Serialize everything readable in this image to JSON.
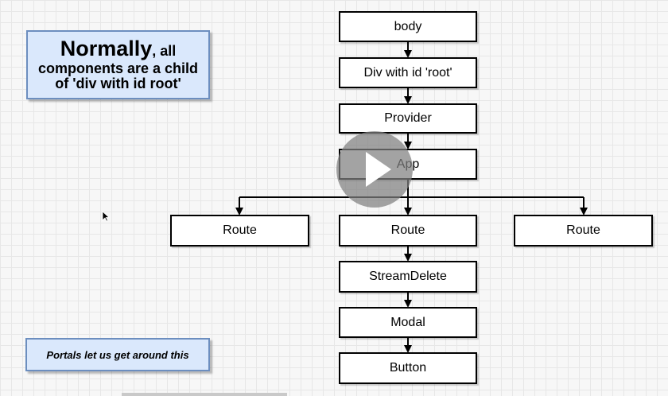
{
  "notes": {
    "main": {
      "emphasis": "Normally",
      "tail": ", all",
      "line2": "components are a child",
      "line3": "of 'div with id root'"
    },
    "portals": "Portals let us get around this"
  },
  "nodes": {
    "body": "body",
    "root": "Div with id 'root'",
    "provider": "Provider",
    "app": "App",
    "route_left": "Route",
    "route_center": "Route",
    "route_right": "Route",
    "stream_delete": "StreamDelete",
    "modal": "Modal",
    "button": "Button"
  },
  "icons": {
    "play": "play-icon",
    "cursor": "mouse-cursor-icon"
  },
  "colors": {
    "note_fill": "#dae8fc",
    "note_border": "#6c8ebf",
    "node_border": "#000000",
    "node_fill": "#ffffff"
  }
}
